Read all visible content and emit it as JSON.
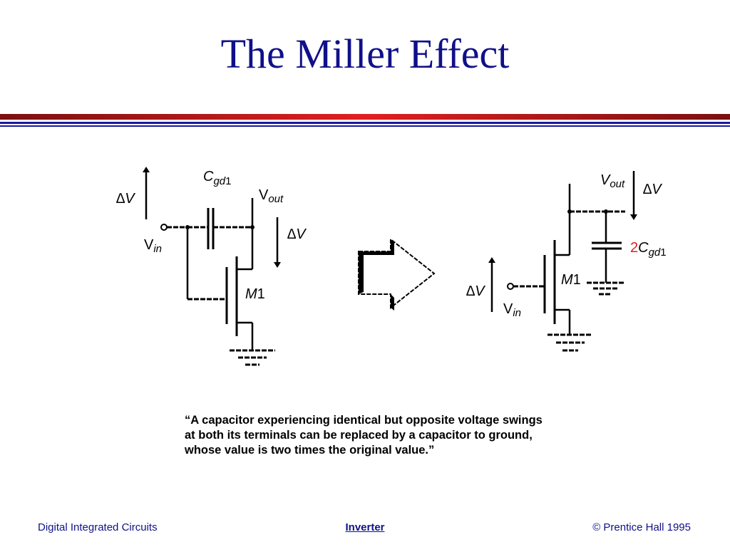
{
  "title": "The Miller Effect",
  "left_circuit": {
    "delta_v_input": "∆V",
    "vin": {
      "main": "V",
      "sub": "in"
    },
    "cgd": {
      "main": "C",
      "sub": "gd",
      "suffix": "1"
    },
    "vout": {
      "main": "V",
      "sub": "out"
    },
    "delta_v_output": "∆V",
    "transistor": {
      "main": "M",
      "suffix": "1"
    }
  },
  "right_circuit": {
    "vout": {
      "main": "V",
      "sub": "out"
    },
    "delta_v_output": "∆V",
    "cap_factor": "2",
    "cgd": {
      "main": "C",
      "sub": "gd",
      "suffix": "1"
    },
    "transistor": {
      "main": "M",
      "suffix": "1"
    },
    "delta_v_input": "∆V",
    "vin": {
      "main": "V",
      "sub": "in"
    }
  },
  "quote": {
    "line1": "“A capacitor experiencing identical but opposite voltage swings",
    "line2": "at both its terminals can be replaced by a capacitor to ground,",
    "line3": "whose value is two times the original value.”"
  },
  "footer": {
    "left": "Digital Integrated Circuits",
    "center": "Inverter",
    "right": "© Prentice Hall 1995"
  },
  "colors": {
    "title": "#10108a",
    "cap_factor": "#e02020"
  }
}
